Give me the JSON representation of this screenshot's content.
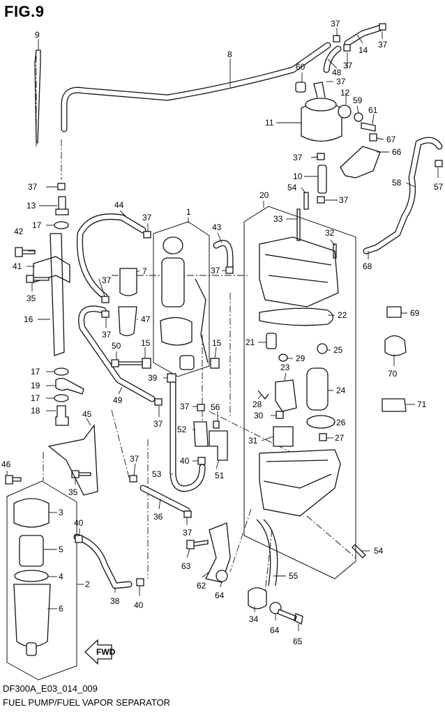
{
  "figure_title": "FIG.9",
  "diagram_code": "DF300A_E03_014_009",
  "caption": "FUEL PUMP/FUEL VAPOR SEPARATOR",
  "fwd_label": "FWD",
  "labels": [
    {
      "id": "l9",
      "text": "9"
    },
    {
      "id": "l8",
      "text": "8"
    },
    {
      "id": "l37a",
      "text": "37"
    },
    {
      "id": "l37b",
      "text": "37"
    },
    {
      "id": "l14",
      "text": "14"
    },
    {
      "id": "l48",
      "text": "48"
    },
    {
      "id": "l37c",
      "text": "37"
    },
    {
      "id": "l60",
      "text": "60"
    },
    {
      "id": "l37d",
      "text": "37"
    },
    {
      "id": "l12",
      "text": "12"
    },
    {
      "id": "l59",
      "text": "59"
    },
    {
      "id": "l61",
      "text": "61"
    },
    {
      "id": "l11",
      "text": "11"
    },
    {
      "id": "l67",
      "text": "67"
    },
    {
      "id": "l66",
      "text": "66"
    },
    {
      "id": "l37e",
      "text": "37"
    },
    {
      "id": "l10",
      "text": "10"
    },
    {
      "id": "l58",
      "text": "58"
    },
    {
      "id": "l57",
      "text": "57"
    },
    {
      "id": "l54a",
      "text": "54"
    },
    {
      "id": "l37f",
      "text": "37"
    },
    {
      "id": "l37g",
      "text": "37"
    },
    {
      "id": "l20",
      "text": "20"
    },
    {
      "id": "l13",
      "text": "13"
    },
    {
      "id": "l44",
      "text": "44"
    },
    {
      "id": "l37h",
      "text": "37"
    },
    {
      "id": "l1",
      "text": "1"
    },
    {
      "id": "l43",
      "text": "43"
    },
    {
      "id": "l33",
      "text": "33"
    },
    {
      "id": "l17a",
      "text": "17"
    },
    {
      "id": "l42",
      "text": "42"
    },
    {
      "id": "l32",
      "text": "32"
    },
    {
      "id": "l41",
      "text": "41"
    },
    {
      "id": "l7",
      "text": "7"
    },
    {
      "id": "l37i",
      "text": "37"
    },
    {
      "id": "l68",
      "text": "68"
    },
    {
      "id": "l35a",
      "text": "35"
    },
    {
      "id": "l37j",
      "text": "37"
    },
    {
      "id": "l16",
      "text": "16"
    },
    {
      "id": "l47",
      "text": "47"
    },
    {
      "id": "l69",
      "text": "69"
    },
    {
      "id": "l22",
      "text": "22"
    },
    {
      "id": "l37k",
      "text": "37"
    },
    {
      "id": "l50",
      "text": "50"
    },
    {
      "id": "l15a",
      "text": "15"
    },
    {
      "id": "l15b",
      "text": "15"
    },
    {
      "id": "l21",
      "text": "21"
    },
    {
      "id": "l25",
      "text": "25"
    },
    {
      "id": "l17b",
      "text": "17"
    },
    {
      "id": "l29",
      "text": "29"
    },
    {
      "id": "l70",
      "text": "70"
    },
    {
      "id": "l23",
      "text": "23"
    },
    {
      "id": "l39",
      "text": "39"
    },
    {
      "id": "l19",
      "text": "19"
    },
    {
      "id": "l49",
      "text": "49"
    },
    {
      "id": "l24",
      "text": "24"
    },
    {
      "id": "l17c",
      "text": "17"
    },
    {
      "id": "l28",
      "text": "28"
    },
    {
      "id": "l71",
      "text": "71"
    },
    {
      "id": "l37l",
      "text": "37"
    },
    {
      "id": "l56",
      "text": "56"
    },
    {
      "id": "l18",
      "text": "18"
    },
    {
      "id": "l30",
      "text": "30"
    },
    {
      "id": "l37m",
      "text": "37"
    },
    {
      "id": "l45",
      "text": "45"
    },
    {
      "id": "l26",
      "text": "26"
    },
    {
      "id": "l52",
      "text": "52"
    },
    {
      "id": "l27",
      "text": "27"
    },
    {
      "id": "l31",
      "text": "31"
    },
    {
      "id": "l46",
      "text": "46"
    },
    {
      "id": "l37n",
      "text": "37"
    },
    {
      "id": "l40a",
      "text": "40"
    },
    {
      "id": "l51",
      "text": "51"
    },
    {
      "id": "l53",
      "text": "53"
    },
    {
      "id": "l35b",
      "text": "35"
    },
    {
      "id": "l3",
      "text": "3"
    },
    {
      "id": "l36",
      "text": "36"
    },
    {
      "id": "l40b",
      "text": "40"
    },
    {
      "id": "l37o",
      "text": "37"
    },
    {
      "id": "l54b",
      "text": "54"
    },
    {
      "id": "l5",
      "text": "5"
    },
    {
      "id": "l63",
      "text": "63"
    },
    {
      "id": "l4",
      "text": "4"
    },
    {
      "id": "l2",
      "text": "2"
    },
    {
      "id": "l55",
      "text": "55"
    },
    {
      "id": "l62",
      "text": "62"
    },
    {
      "id": "l38",
      "text": "38"
    },
    {
      "id": "l40c",
      "text": "40"
    },
    {
      "id": "l64a",
      "text": "64"
    },
    {
      "id": "l6",
      "text": "6"
    },
    {
      "id": "l34",
      "text": "34"
    },
    {
      "id": "l64b",
      "text": "64"
    },
    {
      "id": "l65",
      "text": "65"
    }
  ]
}
